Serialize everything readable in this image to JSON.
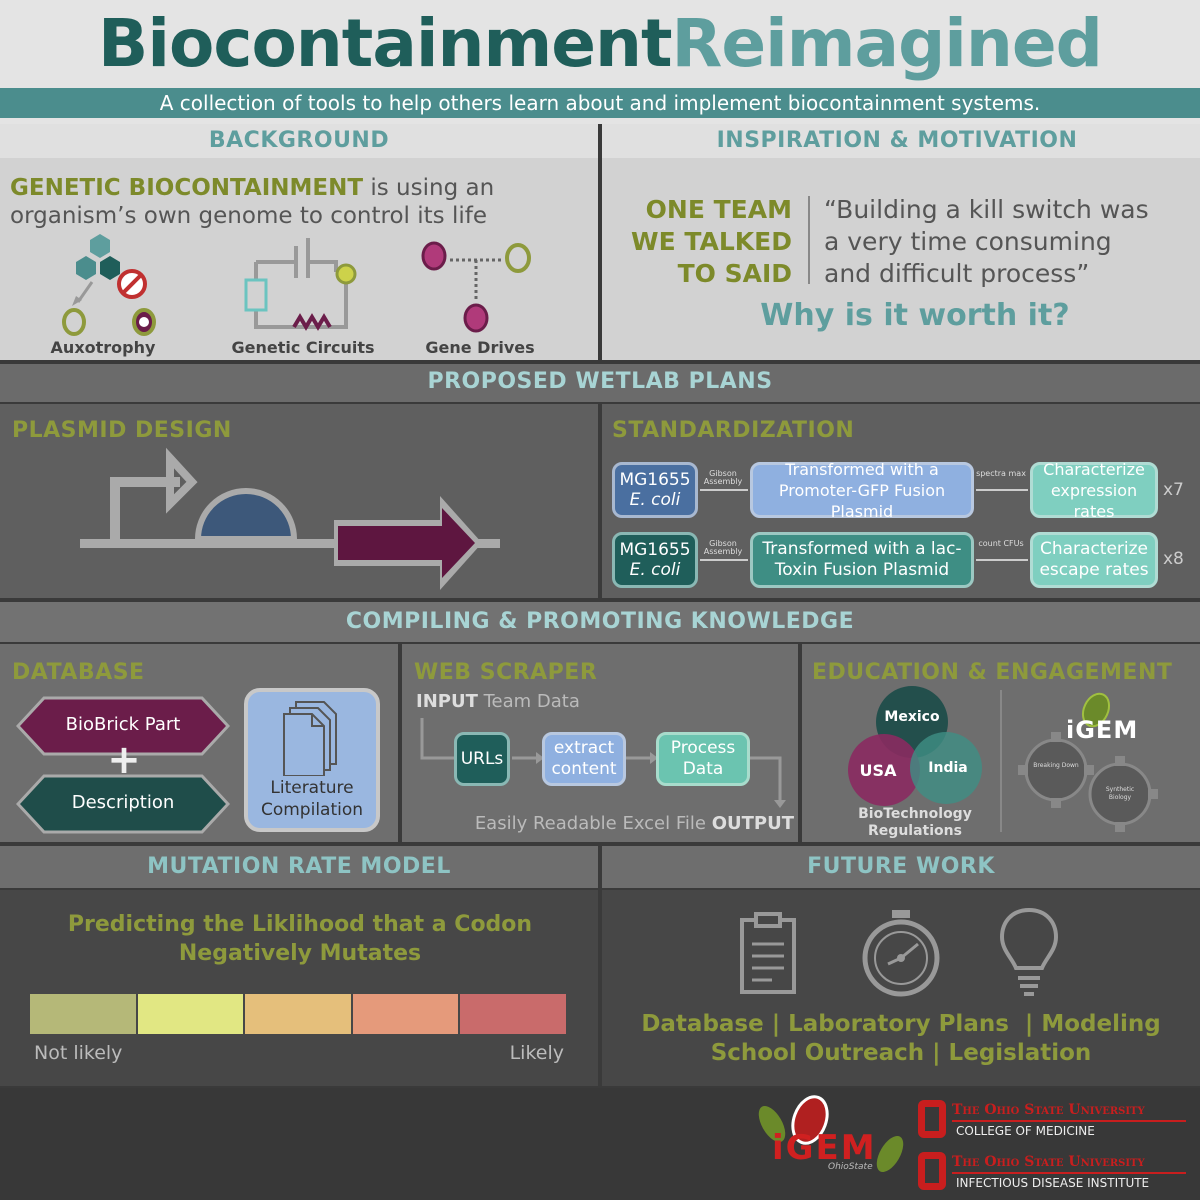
{
  "header": {
    "title_a": "Biocontainment",
    "title_b": "Reimagined",
    "subtitle": "A collection of tools to help others learn about and implement biocontainment systems."
  },
  "background": {
    "title": "BACKGROUND",
    "lead_bold": "GENETIC BIOCONTAINMENT",
    "lead_rest": " is using an",
    "lead_line2": "organism’s own genome to control its life",
    "items": [
      "Auxotrophy",
      "Genetic Circuits",
      "Gene Drives"
    ]
  },
  "inspiration": {
    "title": "INSPIRATION & MOTIVATION",
    "team_lines": [
      "ONE TEAM",
      "WE TALKED",
      "TO SAID"
    ],
    "quote_lines": [
      "“Building a kill switch was",
      "a very time consuming",
      "and difficult process”"
    ],
    "question": "Why is it worth it?"
  },
  "wetlab": {
    "title": "PROPOSED WETLAB PLANS",
    "plasmid_title": "PLASMID DESIGN",
    "standardization_title": "STANDARDIZATION",
    "rows": [
      {
        "strain": "MG1655",
        "species": "E. coli",
        "step1": "Gibson Assembly",
        "transform": "Transformed with a Promoter-GFP Fusion Plasmid",
        "step2": "spectra max",
        "result": "Characterize expression rates",
        "count": "x7"
      },
      {
        "strain": "MG1655",
        "species": "E. coli",
        "step1": "Gibson Assembly",
        "transform": "Transformed with a lac-Toxin Fusion Plasmid",
        "step2": "count CFUs",
        "result": "Characterize escape rates",
        "count": "x8"
      }
    ]
  },
  "knowledge": {
    "title": "COMPILING & PROMOTING KNOWLEDGE",
    "database": {
      "title": "DATABASE",
      "part": "BioBrick Part",
      "plus": "+",
      "desc": "Description",
      "lit_line1": "Literature",
      "lit_line2": "Compilation"
    },
    "scraper": {
      "title": "WEB SCRAPER",
      "input_bold": "INPUT",
      "input_rest": " Team Data",
      "step1": "URLs",
      "step2": "extract content",
      "step3": "Process Data",
      "output_rest": "Easily Readable Excel File ",
      "output_bold": "OUTPUT"
    },
    "education": {
      "title": "EDUCATION & ENGAGEMENT",
      "venn": [
        "Mexico",
        "USA",
        "India"
      ],
      "venn_caption_1": "BioTechnology",
      "venn_caption_2": "Regulations",
      "igem": "iGEM",
      "gear1": "Breaking Down",
      "gear2": "Synthetic Biology"
    }
  },
  "mutation": {
    "title": "MUTATION RATE MODEL",
    "heading_1": "Predicting the Liklihood that a Codon",
    "heading_2": "Negatively Mutates",
    "low_label": "Not likely",
    "high_label": "Likely",
    "scale_colors": [
      "#b5b878",
      "#e1e783",
      "#e5bf7b",
      "#e59a7b",
      "#c96b6b"
    ]
  },
  "future": {
    "title": "FUTURE WORK",
    "icons": [
      "clipboard-icon",
      "stopwatch-icon",
      "lightbulb-icon"
    ],
    "line1": "Database | Laboratory Plans  | Modeling",
    "line2": "School Outreach | Legislation"
  },
  "footer": {
    "igem_logo": "iGEM",
    "igem_sub": "OhioState",
    "osu_1_name": "The Ohio State University",
    "osu_1_sub": "COLLEGE OF MEDICINE",
    "osu_2_name": "The Ohio State University",
    "osu_2_sub": "INFECTIOUS DISEASE INSTITUTE"
  },
  "colors": {
    "olive": "#8e9a3c",
    "teal": "#5e9e9e",
    "maroon": "#6b1d4a",
    "dark_teal": "#1f4d4a",
    "lit_blue": "#9ab7e0"
  }
}
